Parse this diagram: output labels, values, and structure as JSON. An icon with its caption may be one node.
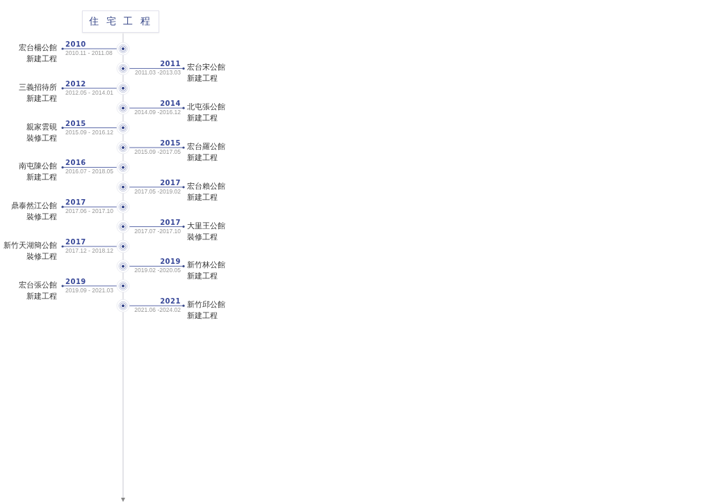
{
  "diagram": {
    "nodes": [
      {
        "text": [
          "住 宅 工 程"
        ]
      },
      {
        "text": [
          "宏台楊公館",
          "新建工程"
        ]
      },
      {
        "text": [],
        "shape": "circle"
      },
      {
        "text": [
          "宏台宋公館",
          "新建工程"
        ]
      },
      {
        "text": [],
        "shape": "circle"
      },
      {
        "text": [
          "三義招待所",
          "新建工程"
        ]
      },
      {
        "text": [],
        "shape": "circle"
      },
      {
        "text": [
          "北屯張公館",
          "新建工程"
        ]
      },
      {
        "text": [],
        "shape": "circle"
      },
      {
        "text": [
          "親家雲硯",
          "裝修工程"
        ]
      },
      {
        "text": [],
        "shape": "circle"
      },
      {
        "text": [
          "宏台羅公館",
          "新建工程"
        ]
      },
      {
        "text": [],
        "shape": "circle"
      },
      {
        "text": [
          "南屯陳公館",
          "新建工程"
        ]
      },
      {
        "text": [],
        "shape": "circle"
      },
      {
        "text": [
          "宏台賴公館",
          "新建工程"
        ]
      },
      {
        "text": [],
        "shape": "circle"
      },
      {
        "text": [
          "鼎泰然江公館",
          "裝修工程"
        ]
      },
      {
        "text": [],
        "shape": "circle"
      },
      {
        "text": [
          "大里王公館",
          "裝修工程"
        ]
      },
      {
        "text": [],
        "shape": "circle"
      },
      {
        "text": [
          "新竹天湖簡公館",
          "裝修工程"
        ]
      },
      {
        "text": [],
        "shape": "circle"
      },
      {
        "text": [
          "新竹林公館",
          "新建工程"
        ]
      },
      {
        "text": [],
        "shape": "circle"
      },
      {
        "text": [
          "宏台張公館",
          "新建工程"
        ]
      },
      {
        "text": [],
        "shape": "circle"
      },
      {
        "text": [
          "新竹邱公館",
          "新建工程"
        ]
      },
      {
        "text": [],
        "shape": "circle"
      }
    ],
    "edges": [
      {
        "from": 0,
        "to": null,
        "arrow": "to",
        "color": "#c8c8d0"
      },
      {
        "from": 1,
        "to": 2,
        "arrow": "other"
      },
      {
        "from": 3,
        "to": 4,
        "arrow": "other"
      },
      {
        "from": 5,
        "to": 6,
        "arrow": "other"
      },
      {
        "from": 7,
        "to": 8,
        "arrow": "other"
      },
      {
        "from": 9,
        "to": 10,
        "arrow": "other"
      },
      {
        "from": 11,
        "to": 12,
        "arrow": "other"
      },
      {
        "from": 13,
        "to": 14,
        "arrow": "other"
      },
      {
        "from": 15,
        "to": 16,
        "arrow": "other"
      },
      {
        "from": 17,
        "to": 18,
        "arrow": "other"
      },
      {
        "from": 19,
        "to": 20,
        "arrow": "other"
      },
      {
        "from": 21,
        "to": 22,
        "arrow": "other"
      },
      {
        "from": 23,
        "to": 24,
        "arrow": "other"
      },
      {
        "from": 25,
        "to": 26,
        "arrow": "other"
      },
      {
        "from": 27,
        "to": 28,
        "arrow": "other"
      }
    ],
    "labels": [
      "2010",
      "2010.11 - 2011.08",
      "2011",
      "2011.03 -2013.03",
      "2012",
      "2012.05 - 2014.01",
      "2014",
      "2014.09 -2016.12",
      "2015",
      "2015.09 - 2016.12",
      "2015",
      "2015.09 -2017.05",
      "2016",
      "2016.07 - 2018.05",
      "2017",
      "2017.05 -2019.02",
      "2017",
      "2017.06 - 2017.10",
      "2017",
      "2017.07 -2017.10",
      "2017",
      "2017.12 - 2018.12",
      "2019",
      "2019.02 -2020.05",
      "2019",
      "2019.09 - 2021.03",
      "2021",
      "2021.06 -2024.02"
    ]
  }
}
